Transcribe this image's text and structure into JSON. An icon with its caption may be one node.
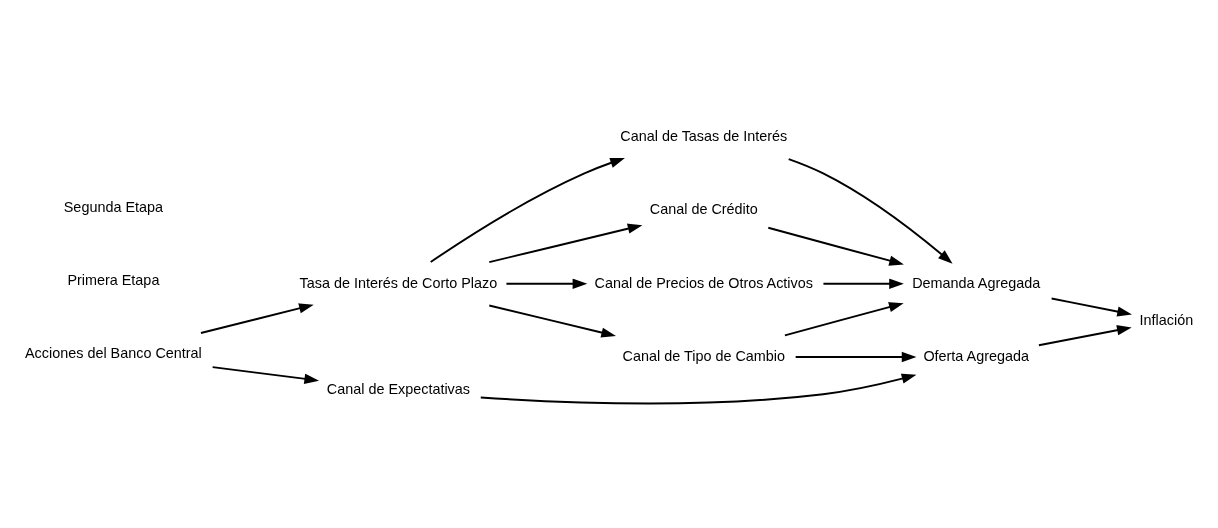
{
  "diagram": {
    "nodes": [
      {
        "text": [
          "Acciones del Banco Central"
        ]
      },
      {
        "text": [
          "Tasa de Interés de Corto Plazo"
        ]
      },
      {
        "text": [
          "Canal de Tasas de Interés"
        ]
      },
      {
        "text": [
          "Canal de Crédito"
        ]
      },
      {
        "text": [
          "Canal de Precios de Otros Activos"
        ]
      },
      {
        "text": [
          "Canal de Tipo de Cambio"
        ]
      },
      {
        "text": [
          "Canal de Expectativas"
        ]
      },
      {
        "text": [
          "Demanda Agregada"
        ]
      },
      {
        "text": [
          "Oferta Agregada"
        ]
      },
      {
        "text": [
          "Inflación"
        ]
      }
    ],
    "edges": [
      {
        "from": 0,
        "to": 1,
        "arrow": "to"
      },
      {
        "from": 1,
        "to": 2,
        "arrow": "to"
      },
      {
        "from": 1,
        "to": 3,
        "arrow": "to"
      },
      {
        "from": 1,
        "to": 4,
        "arrow": "to"
      },
      {
        "from": 1,
        "to": 5,
        "arrow": "to"
      },
      {
        "from": 0,
        "to": 6,
        "arrow": "to"
      },
      {
        "from": 2,
        "to": 7,
        "arrow": "to"
      },
      {
        "from": 3,
        "to": 7,
        "arrow": "to"
      },
      {
        "from": 4,
        "to": 7,
        "arrow": "to"
      },
      {
        "from": 5,
        "to": 7,
        "arrow": "to"
      },
      {
        "from": 5,
        "to": 8,
        "arrow": "to"
      },
      {
        "from": 6,
        "to": 8,
        "arrow": "to"
      },
      {
        "from": 7,
        "to": 9,
        "arrow": "to"
      },
      {
        "from": 8,
        "to": 9,
        "arrow": "to"
      }
    ],
    "labels": [
      "Primera Etapa",
      "Segunda Etapa"
    ]
  }
}
